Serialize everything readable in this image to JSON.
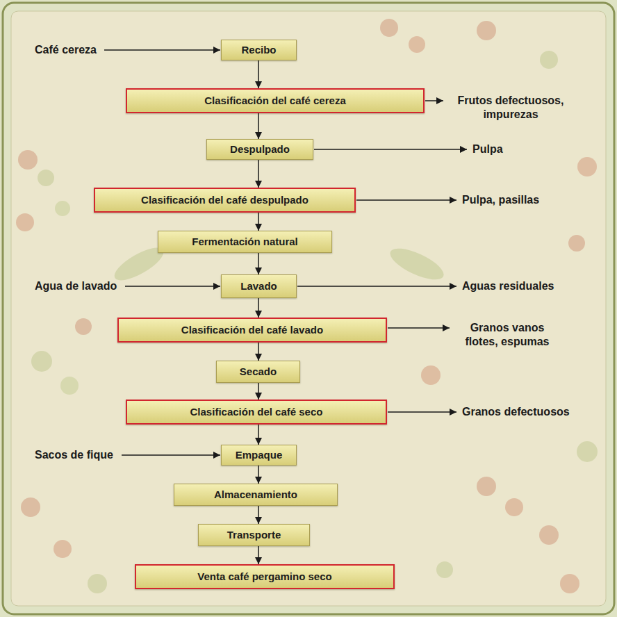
{
  "diagram": {
    "nodes": [
      {
        "text": [
          "Recibo"
        ]
      },
      {
        "text": [
          "Clasificación del café cereza"
        ]
      },
      {
        "text": [
          "Despulpado"
        ]
      },
      {
        "text": [
          "Clasificación del café despulpado"
        ]
      },
      {
        "text": [
          "Fermentación natural"
        ]
      },
      {
        "text": [
          "Lavado"
        ]
      },
      {
        "text": [
          "Clasificación del café lavado"
        ]
      },
      {
        "text": [
          "Secado"
        ]
      },
      {
        "text": [
          "Clasificación del café seco"
        ]
      },
      {
        "text": [
          "Empaque"
        ]
      },
      {
        "text": [
          "Almacenamiento"
        ]
      },
      {
        "text": [
          "Transporte"
        ]
      },
      {
        "text": [
          "Venta café pergamino seco"
        ]
      }
    ],
    "edges": [
      {
        "from": 0,
        "to": 1,
        "arrow": "to"
      },
      {
        "from": 1,
        "to": 2,
        "arrow": "to"
      },
      {
        "from": 2,
        "to": 3,
        "arrow": "to"
      },
      {
        "from": 3,
        "to": 4,
        "arrow": "to"
      },
      {
        "from": 4,
        "to": 5,
        "arrow": "to"
      },
      {
        "from": 5,
        "to": 6,
        "arrow": "to"
      },
      {
        "from": 6,
        "to": 7,
        "arrow": "to"
      },
      {
        "from": 7,
        "to": 8,
        "arrow": "to"
      },
      {
        "from": 8,
        "to": 9,
        "arrow": "to"
      },
      {
        "from": 9,
        "to": 10,
        "arrow": "to"
      },
      {
        "from": 10,
        "to": 11,
        "arrow": "to"
      },
      {
        "from": 11,
        "to": 12,
        "arrow": "to"
      }
    ],
    "labels": [
      "Café cereza",
      "Frutos defectuosos, impurezas",
      "Pulpa",
      "Pulpa, pasillas",
      "Agua de lavado",
      "Aguas residuales",
      "Granos vanos flotes, espumas",
      "Granos defectuosos",
      "Sacos de fique"
    ]
  }
}
